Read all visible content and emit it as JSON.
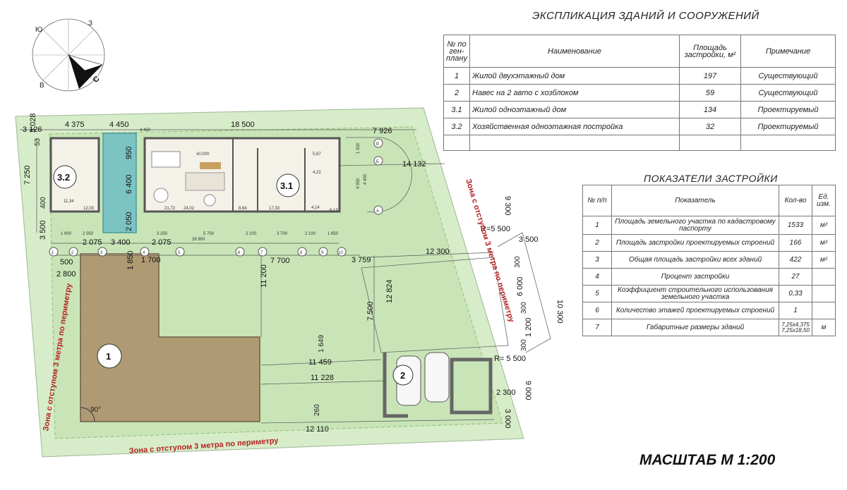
{
  "compass": {
    "n": "С",
    "s": "Ю",
    "e": "В",
    "w": "З"
  },
  "expl": {
    "title": "ЭКСПЛИКАЦИЯ ЗДАНИЙ И СООРУЖЕНИЙ",
    "headers": [
      "№ по ген- плану",
      "Наименование",
      "Площадь застройки, м²",
      "Примечание"
    ],
    "rows": [
      [
        "1",
        "Жилой двухэтажный дом",
        "197",
        "Существующий"
      ],
      [
        "2",
        "Навес на 2 авто с хозблоком",
        "59",
        "Существующий"
      ],
      [
        "3.1",
        "Жилой одноэтажный дом",
        "134",
        "Проектируемый"
      ],
      [
        "3.2",
        "Хозяйственная одноэтажная постройка",
        "32",
        "Проектируемый"
      ]
    ]
  },
  "indic": {
    "title": "ПОКАЗАТЕЛИ ЗАСТРОЙКИ",
    "headers": [
      "№ п/п",
      "Показатель",
      "Кол-во",
      "Ед. изм."
    ],
    "rows": [
      [
        "1",
        "Площадь земельного участка по кадастровому паспорту",
        "1533",
        "м²"
      ],
      [
        "2",
        "Площадь застройки проектируемых строений",
        "166",
        "м²"
      ],
      [
        "3",
        "Общая площадь застройки всех зданий",
        "422",
        "м²"
      ],
      [
        "4",
        "Процент застройки",
        "27",
        ""
      ],
      [
        "5",
        "Коэффициент строительного использования земельного участка",
        "0,33",
        ""
      ],
      [
        "6",
        "Количество этажей проектируемых строений",
        "1",
        ""
      ],
      [
        "7",
        "Габаритные размеры зданий",
        "7,25x4,375 7,25x18,50",
        "м"
      ]
    ]
  },
  "scale": "МАСШТАБ М 1:200",
  "plan": {
    "zone_label": "Зона с отступом 3 метра по периметру",
    "building_labels": [
      "1",
      "2",
      "3.1",
      "3.2"
    ],
    "angle": "90°",
    "radius_labels": [
      "R=5 500",
      "R= 5 500"
    ],
    "axes_letters": [
      "В",
      "Б",
      "А"
    ],
    "axes_numbers": [
      "1",
      "2",
      "3",
      "4",
      "5",
      "6",
      "7",
      "8",
      "9",
      "10"
    ],
    "dims_top": [
      "3 126",
      "4 375",
      "4 450",
      "18 500",
      "7 926",
      "3 028"
    ],
    "dims_left": [
      "53",
      "7 250",
      "400",
      "3 500"
    ],
    "dims_bottom_row": [
      "500",
      "2 075",
      "3 400",
      "2 075"
    ],
    "dims_mid": [
      "1 850",
      "1 700",
      "2 800",
      "7 700",
      "3 759",
      "12 300",
      "11 200",
      "12 824",
      "7 500",
      "1 649",
      "11 459",
      "11 228",
      "260",
      "12 110",
      "14 132",
      "950",
      "6 400",
      "2 050",
      "3 500",
      "300",
      "6 000",
      "300",
      "1 200",
      "300",
      "10 300",
      "9 300",
      "2 300",
      "9 000",
      "3 000"
    ],
    "dims_small": [
      "1 900",
      "2 050",
      "4 450",
      "3 250",
      "5 700",
      "2 100",
      "3 700",
      "2 100",
      "1 650",
      "26 900",
      "4 400",
      "4 950",
      "1 500"
    ],
    "room_areas": [
      "11,34",
      "12,03",
      "21,72",
      "24,02",
      "8,64",
      "17,33",
      "4,14",
      "6,13",
      "4,22",
      "5,67",
      "±0,000"
    ]
  }
}
